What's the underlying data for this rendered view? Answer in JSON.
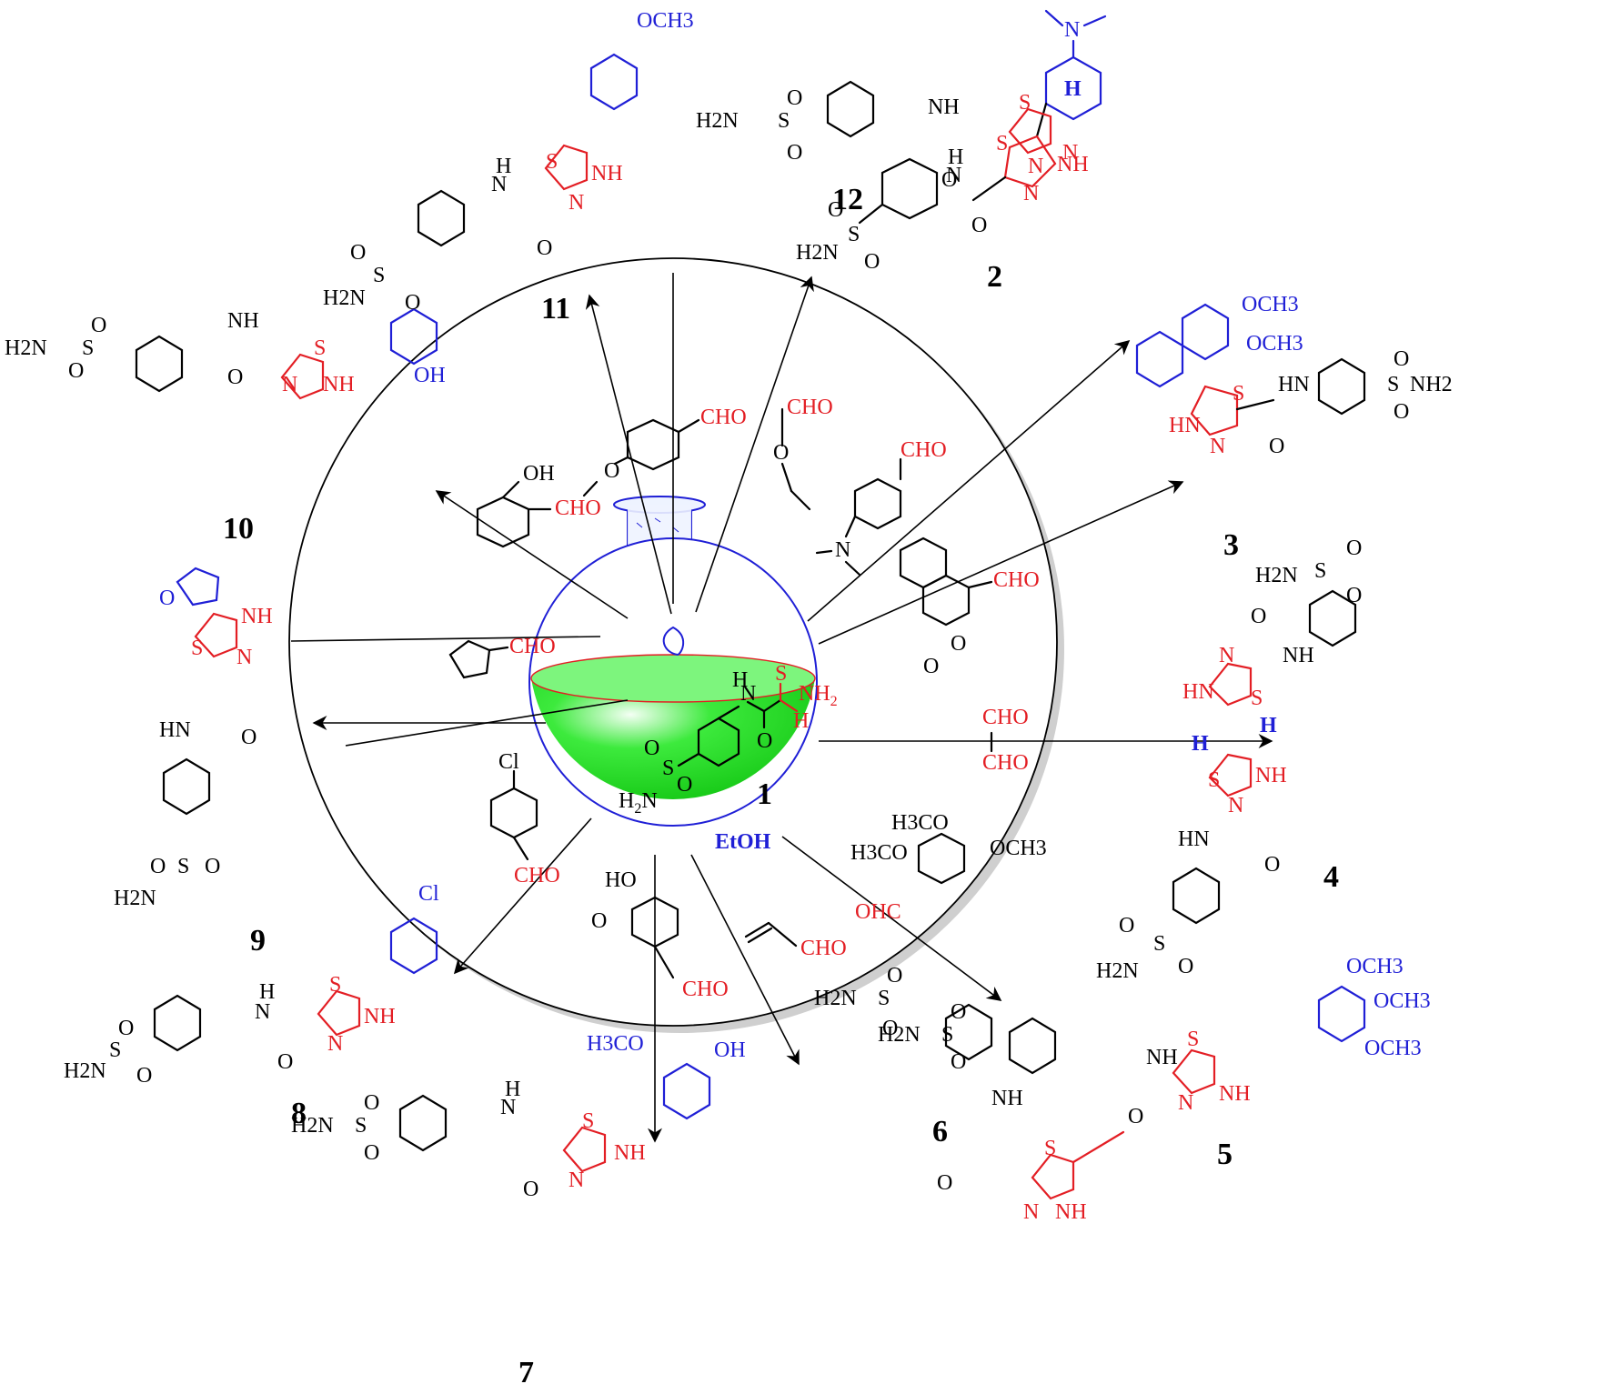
{
  "center": {
    "solvent": "EtOH",
    "compound_number": "1",
    "groups": {
      "s": "S",
      "nh2": "NH",
      "nh2_sub": "2",
      "nh": "N",
      "h": "H",
      "o": "O",
      "so2": "S",
      "h2n": "H",
      "h2n_sub": "2",
      "n": "N"
    }
  },
  "aldehydes": {
    "cho": "CHO",
    "ome_cho_top": "O",
    "ald_alkoxy_o": "O",
    "ald_dimethylamino_n": "N",
    "ald_oh": "OH",
    "ald_naph_cho": "CHO",
    "glyoxal_cho1": "CHO",
    "glyoxal_cho2": "CHO",
    "ald_cl": "Cl",
    "ald_trimethoxy_1": "H3CO",
    "ald_trimethoxy_2": "H3CO",
    "ald_trimethoxy_3": "OCH3",
    "ald_trimethoxy_cho": "OHC",
    "ald_vanillin_ho": "HO",
    "ald_vanillin_o": "O"
  },
  "products": [
    {
      "id": "p2",
      "number": "2",
      "substituent": "N",
      "labels": [
        "S",
        "NH",
        "N",
        "H",
        "N",
        "O",
        "S",
        "O",
        "O",
        "H2N"
      ]
    },
    {
      "id": "p3",
      "number": "3",
      "substituent_1": "OCH3",
      "substituent_2": "OCH3",
      "labels": [
        "S",
        "HN",
        "N",
        "N",
        "HN",
        "O",
        "S",
        "O",
        "O",
        "NH2"
      ]
    },
    {
      "id": "p4",
      "number": "4",
      "labels": [
        "N",
        "HN",
        "S",
        "H",
        "H",
        "S",
        "NH",
        "N",
        "O",
        "NH",
        "O",
        "HN",
        "S",
        "O",
        "O",
        "H2N",
        "H2N",
        "S",
        "O",
        "O"
      ]
    },
    {
      "id": "p5",
      "number": "5",
      "substituent_1": "OCH3",
      "substituent_2": "OCH3",
      "substituent_3": "OCH3",
      "labels": [
        "S",
        "NH",
        "N",
        "NH",
        "O",
        "S",
        "O",
        "O",
        "H2N"
      ]
    },
    {
      "id": "p6",
      "number": "6",
      "labels": [
        "S",
        "N",
        "NH",
        "NH",
        "O",
        "S",
        "O",
        "O",
        "H2N"
      ]
    },
    {
      "id": "p7",
      "number": "7",
      "substituent_1": "H3CO",
      "substituent_2": "OH",
      "labels": [
        "S",
        "NH",
        "N",
        "N",
        "H",
        "O",
        "S",
        "O",
        "O",
        "H2N"
      ]
    },
    {
      "id": "p8",
      "number": "8",
      "substituent": "Cl",
      "labels": [
        "S",
        "NH",
        "N",
        "N",
        "H",
        "O",
        "S",
        "O",
        "O",
        "H2N"
      ]
    },
    {
      "id": "p9",
      "number": "9",
      "substituent": "O",
      "labels": [
        "NH",
        "N",
        "S",
        "HN",
        "O",
        "S",
        "O",
        "O",
        "H2N"
      ]
    },
    {
      "id": "p10",
      "number": "10",
      "substituent": "OH",
      "labels": [
        "S",
        "NH",
        "N",
        "NH",
        "O",
        "S",
        "O",
        "O",
        "H2N"
      ]
    },
    {
      "id": "p11",
      "number": "11",
      "substituent": "OCH3",
      "labels": [
        "S",
        "NH",
        "N",
        "N",
        "H",
        "O",
        "S",
        "O",
        "O",
        "H2N"
      ]
    },
    {
      "id": "p12",
      "number": "12",
      "substituent": "H",
      "labels": [
        "S",
        "N",
        "N",
        "NH",
        "O",
        "S",
        "O",
        "O",
        "H2N"
      ]
    }
  ]
}
